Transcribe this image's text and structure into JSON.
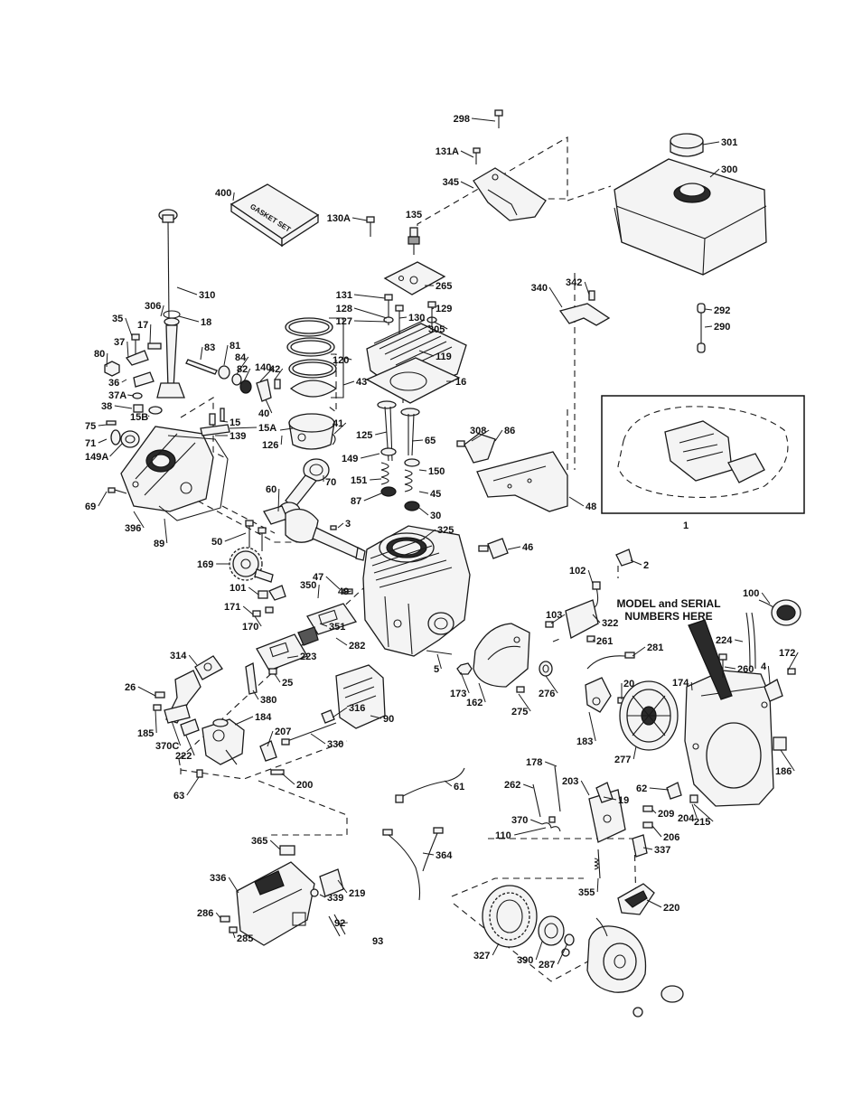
{
  "diagram": {
    "note_lines": [
      "MODEL and SERIAL",
      "NUMBERS HERE"
    ],
    "gasket_set_label": "GASKET SET",
    "callouts": [
      "298",
      "131A",
      "345",
      "301",
      "300",
      "400",
      "130A",
      "135",
      "310",
      "265",
      "340",
      "342",
      "292",
      "290",
      "131",
      "128",
      "129",
      "127",
      "130",
      "305",
      "306",
      "18",
      "35",
      "17",
      "37",
      "80",
      "83",
      "81",
      "84",
      "82",
      "140",
      "42",
      "120",
      "119",
      "16",
      "36",
      "37A",
      "38",
      "15B",
      "15",
      "15A",
      "139",
      "40",
      "43",
      "41",
      "126",
      "125",
      "65",
      "308",
      "86",
      "75",
      "71",
      "149A",
      "149",
      "150",
      "151",
      "45",
      "87",
      "30",
      "70",
      "69",
      "60",
      "396",
      "89",
      "48",
      "1",
      "3",
      "50",
      "325",
      "46",
      "169",
      "2",
      "101",
      "350",
      "47",
      "49",
      "102",
      "100",
      "171",
      "170",
      "103",
      "322",
      "351",
      "282",
      "261",
      "281",
      "224",
      "172",
      "260",
      "4",
      "314",
      "223",
      "174",
      "5",
      "20",
      "26",
      "25",
      "173",
      "276",
      "275",
      "162",
      "380",
      "316",
      "90",
      "185",
      "184",
      "183",
      "277",
      "370C",
      "222",
      "207",
      "330",
      "186",
      "200",
      "178",
      "61",
      "262",
      "203",
      "63",
      "62",
      "19",
      "209",
      "204",
      "215",
      "370",
      "110",
      "206",
      "337",
      "365",
      "364",
      "355",
      "336",
      "339",
      "219",
      "220",
      "286",
      "285",
      "92",
      "93",
      "327",
      "390",
      "287"
    ]
  }
}
